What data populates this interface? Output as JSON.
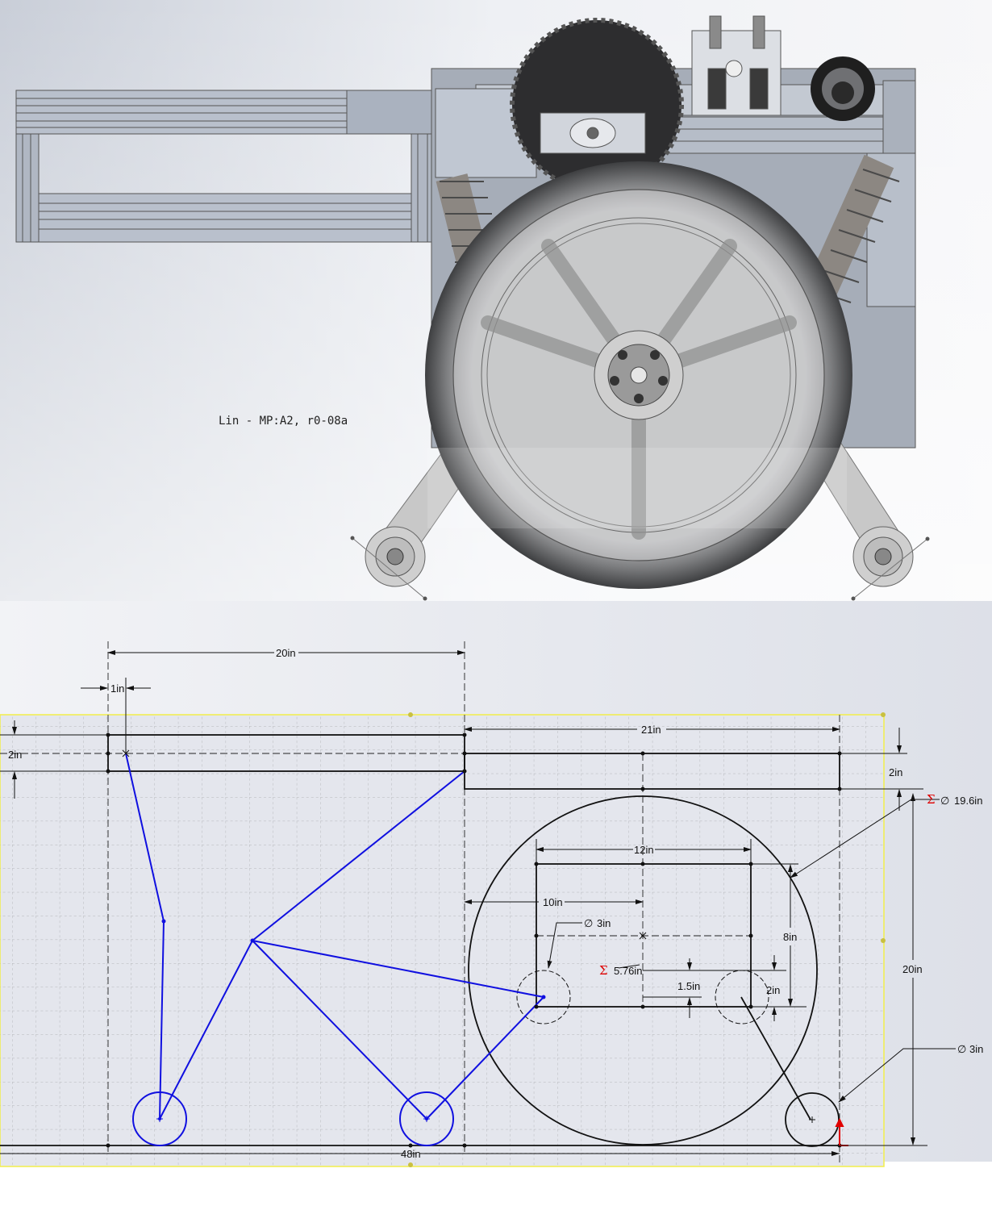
{
  "model_view": {
    "caption": "Lin - MP:A2, r0-08a"
  },
  "sketch": {
    "dimensions": {
      "top_span": "20in",
      "offset_small": "1in",
      "arm_height": "2in",
      "right_span": "21in",
      "rail_height": "2in",
      "wheel_diameter": "19.6in",
      "plate_width": "12in",
      "plate_offset": "10in",
      "hole_diameter": "3in",
      "plate_height": "8in",
      "link_length": "5.76in",
      "hole_offset": "1.5in",
      "hole_spacing": "2in",
      "overall_height": "20in",
      "roller_diameter": "3in",
      "base_length": "48in"
    },
    "sigma_marks": [
      "Σ",
      "Σ"
    ],
    "diameter_symbol": "∅"
  },
  "colors": {
    "sketch_line": "#1010e0",
    "geometry": "#111111",
    "grid_dash": "#555555",
    "sketch_bg": "#e6e8ef",
    "outline_yellow": "#f2ee4a",
    "sigma": "#dd0000"
  }
}
